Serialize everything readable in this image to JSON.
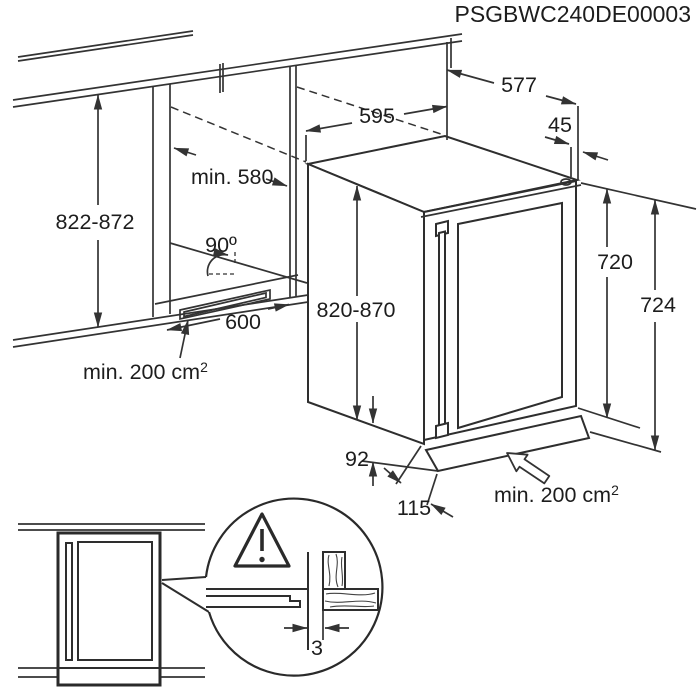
{
  "model_code": "PSGBWC240DE00003",
  "dimensions": {
    "niche_height": "822-872",
    "niche_depth": "min. 580",
    "door_open_angle": "90º",
    "appliance_width": "595",
    "appliance_depth": "577",
    "door_clearance": "45",
    "appliance_height": "820-870",
    "plinth_vent_width": "600",
    "door_height": "720",
    "total_height": "724",
    "plinth_height": "92",
    "plinth_recess": "115",
    "side_gap": "3"
  },
  "vent_area_plinth": {
    "text": "min. 200 cm",
    "sup": "2"
  },
  "vent_area_rear": {
    "text": "min. 200 cm",
    "sup": "2"
  }
}
